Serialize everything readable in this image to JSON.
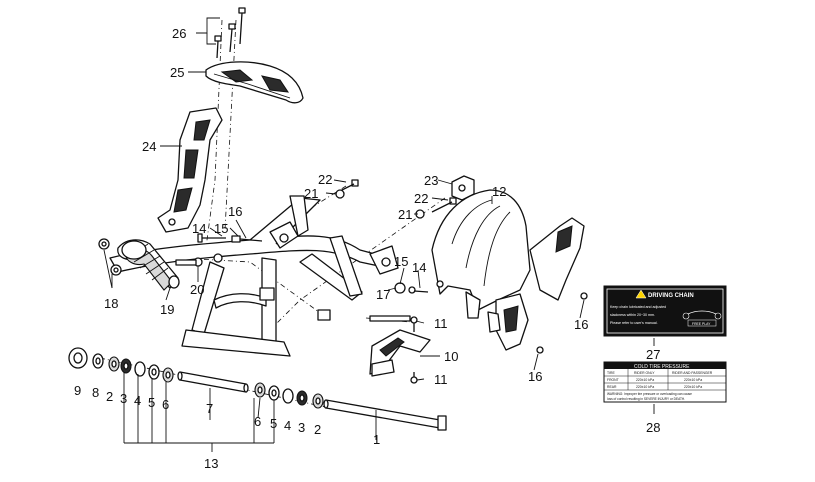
{
  "callouts": {
    "c1": "1",
    "c2a": "2",
    "c2b": "2",
    "c3a": "3",
    "c3b": "3",
    "c4a": "4",
    "c4b": "4",
    "c5a": "5",
    "c5b": "5",
    "c6a": "6",
    "c6b": "6",
    "c7": "7",
    "c8": "8",
    "c9": "9",
    "c10": "10",
    "c11a": "11",
    "c11b": "11",
    "c12": "12",
    "c13": "13",
    "c14a": "14",
    "c14b": "14",
    "c15a": "15",
    "c15b": "15",
    "c16a": "16",
    "c16b": "16",
    "c16c": "16",
    "c17": "17",
    "c18": "18",
    "c19": "19",
    "c20": "20",
    "c21a": "21",
    "c21b": "21",
    "c22a": "22",
    "c22b": "22",
    "c23": "23",
    "c24": "24",
    "c25": "25",
    "c26": "26",
    "c27": "27",
    "c28": "28"
  },
  "chain_label": {
    "title": "DRIVING CHAIN",
    "line1": "Keep chain lubricated and adjusted",
    "line2": "slackness within 20~30 mm.",
    "line3": "Please refer to user's manual.",
    "tag": "FREE PLAY"
  },
  "tire_label": {
    "title": "COLD TIRE PRESSURE",
    "col_tire": "TIRE",
    "col_rider": "RIDER ONLY",
    "col_passenger": "RIDER AND PASSENGER",
    "front": "FRONT",
    "rear": "REAR",
    "front_rider": "220±10 kPa",
    "front_passenger": "220±10 kPa",
    "rear_rider": "220±10 kPa",
    "rear_passenger": "220±10 kPa",
    "warn1": "WARNING: Improper tire pressure or overloading can cause",
    "warn2": "loss of control resulting in SEVERE INJURY or DEATH."
  }
}
